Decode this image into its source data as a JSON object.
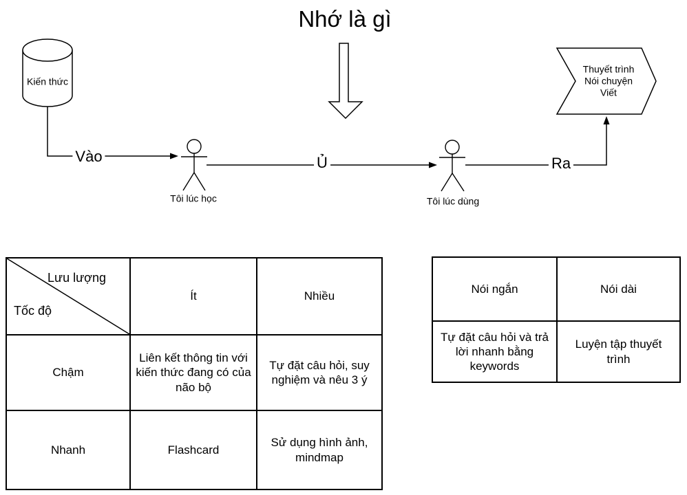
{
  "title": "Nhớ là gì",
  "flow": {
    "source": {
      "label": "Kiến thức",
      "shape": "database-cylinder"
    },
    "edges": {
      "in": "Vào",
      "incubate": "Ủ",
      "out": "Ra"
    },
    "actors": {
      "learning": "Tôi lúc học",
      "using": "Tôi lúc dùng"
    },
    "output": {
      "shape": "chevron-pentagon",
      "line1": "Thuyết trình",
      "line2": "Nói chuyện",
      "line3": "Viết"
    },
    "emphasis_shape": "big-down-arrow"
  },
  "matrix_table": {
    "corner_top": "Lưu lượng",
    "corner_bottom": "Tốc độ",
    "col1": "Ít",
    "col2": "Nhiều",
    "row1_header": "Chậm",
    "row1_col1": "Liên kết thông tin với kiến thức đang có của não bộ",
    "row1_col2": "Tự đặt câu hỏi, suy nghiệm và nêu 3 ý",
    "row2_header": "Nhanh",
    "row2_col1": "Flashcard",
    "row2_col2": "Sử dụng hình ảnh, mindmap"
  },
  "speaking_table": {
    "col1": "Nói ngắn",
    "col2": "Nói dài",
    "cell1": "Tự đặt câu hỏi và trả lời nhanh bằng keywords",
    "cell2": "Luyện tập thuyết trình"
  },
  "colors": {
    "stroke": "#000000",
    "background": "#ffffff"
  }
}
